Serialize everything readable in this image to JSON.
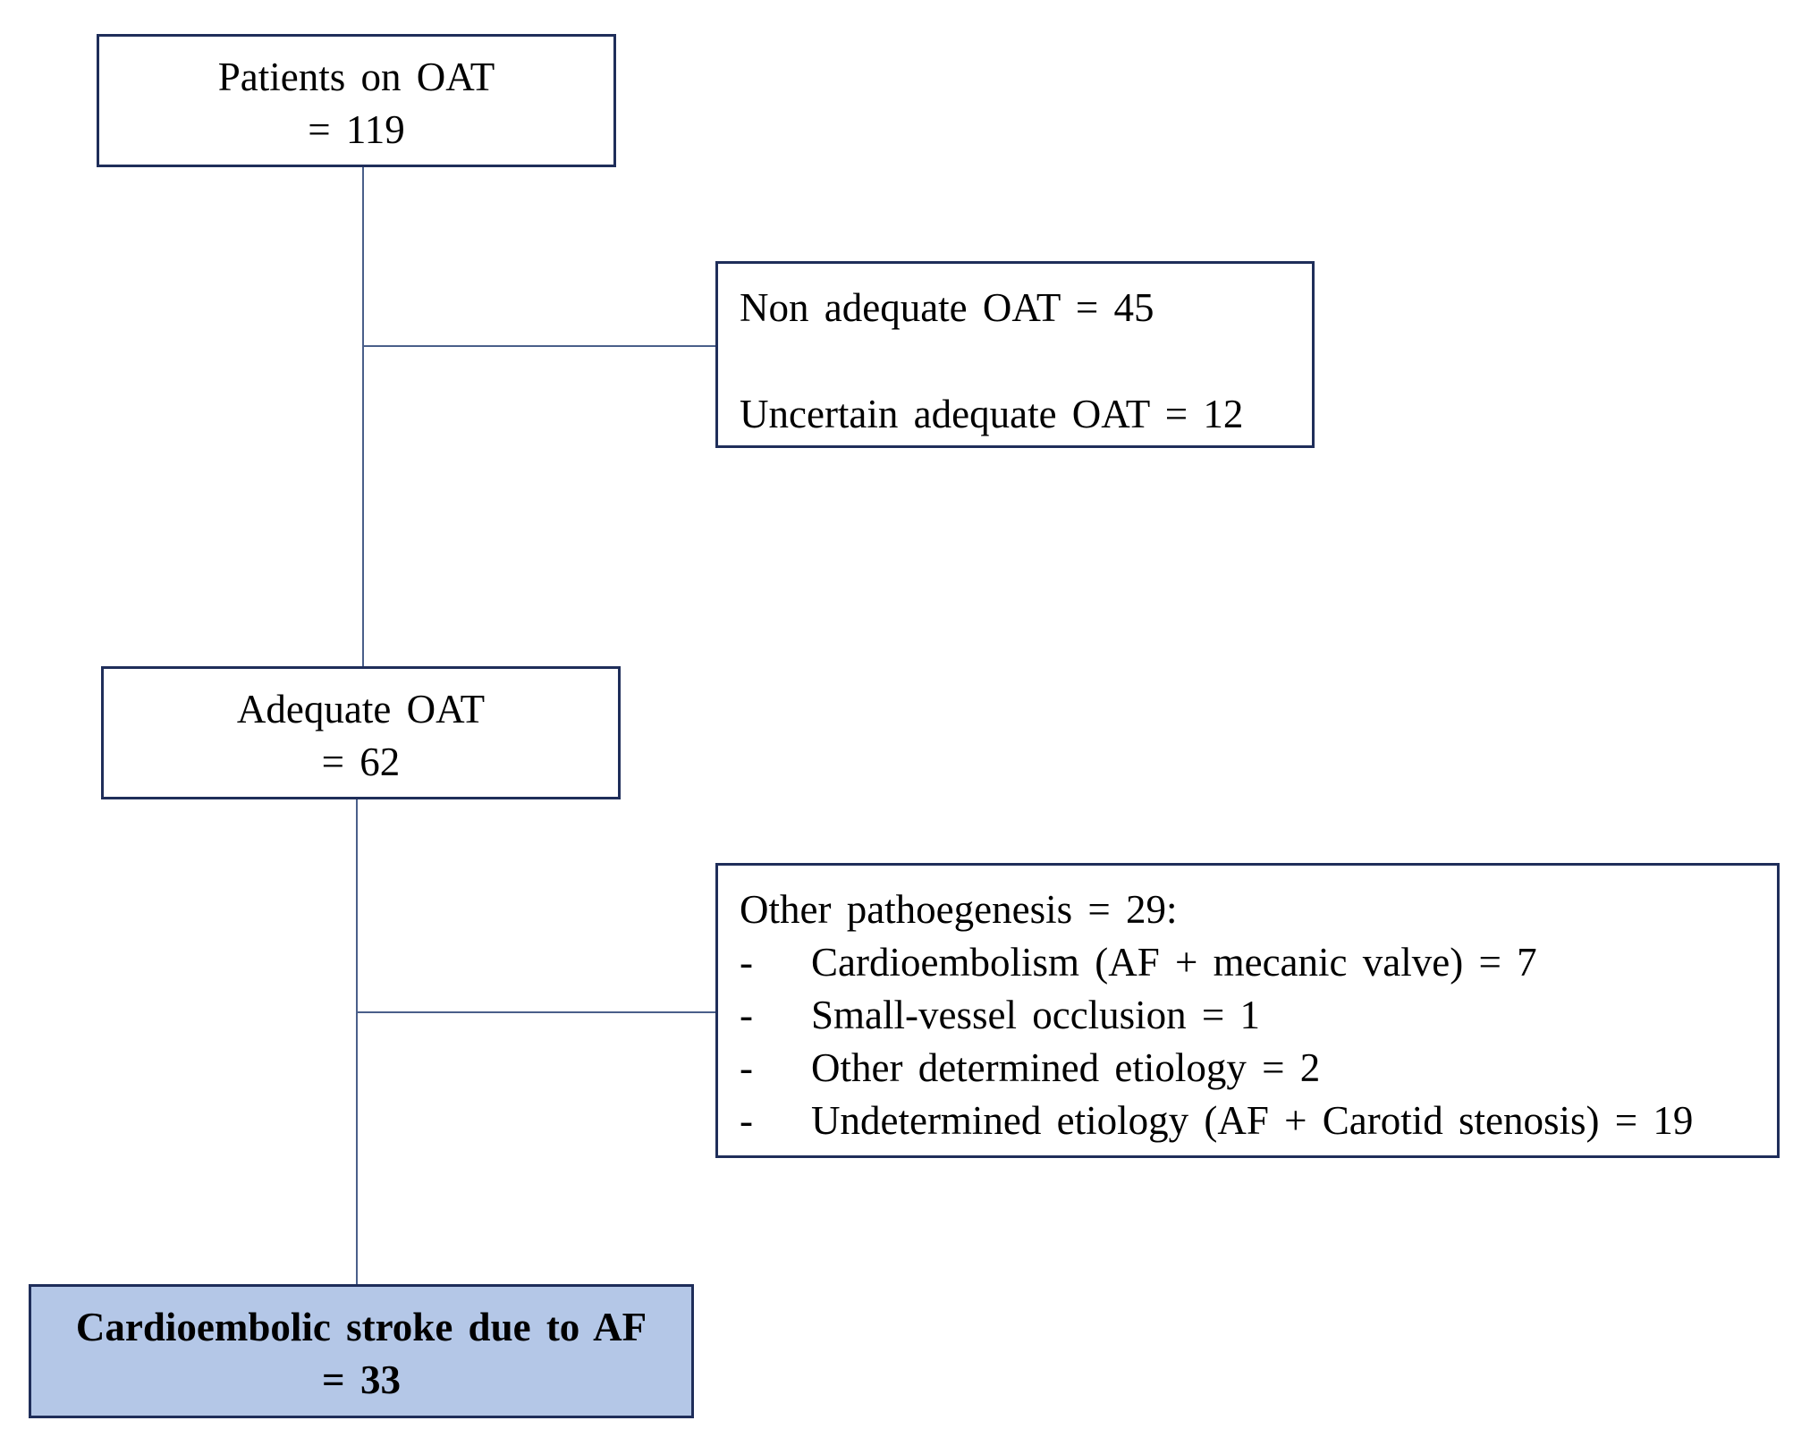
{
  "boxes": {
    "patients": {
      "line1": "Patients on OAT",
      "line2": "= 119"
    },
    "excluded_oat": {
      "line1": "Non adequate OAT = 45",
      "line2": "Uncertain adequate OAT = 12"
    },
    "adequate": {
      "line1": "Adequate OAT",
      "line2": "= 62"
    },
    "other": {
      "title": "Other pathoegenesis = 29:",
      "items": [
        {
          "bullet": "-",
          "text": "Cardioembolism (AF + mecanic valve) = 7"
        },
        {
          "bullet": "-",
          "text": "Small-vessel occlusion = 1"
        },
        {
          "bullet": "-",
          "text": "Other determined etiology = 2"
        },
        {
          "bullet": "-",
          "text": "Undetermined etiology (AF + Carotid stenosis) = 19"
        }
      ]
    },
    "final": {
      "line1": "Cardioembolic stroke due to AF",
      "line2": "= 33"
    }
  },
  "colors": {
    "border": "#1f2e5a",
    "connector": "#4a5f8a",
    "final_fill": "#b4c7e7"
  }
}
